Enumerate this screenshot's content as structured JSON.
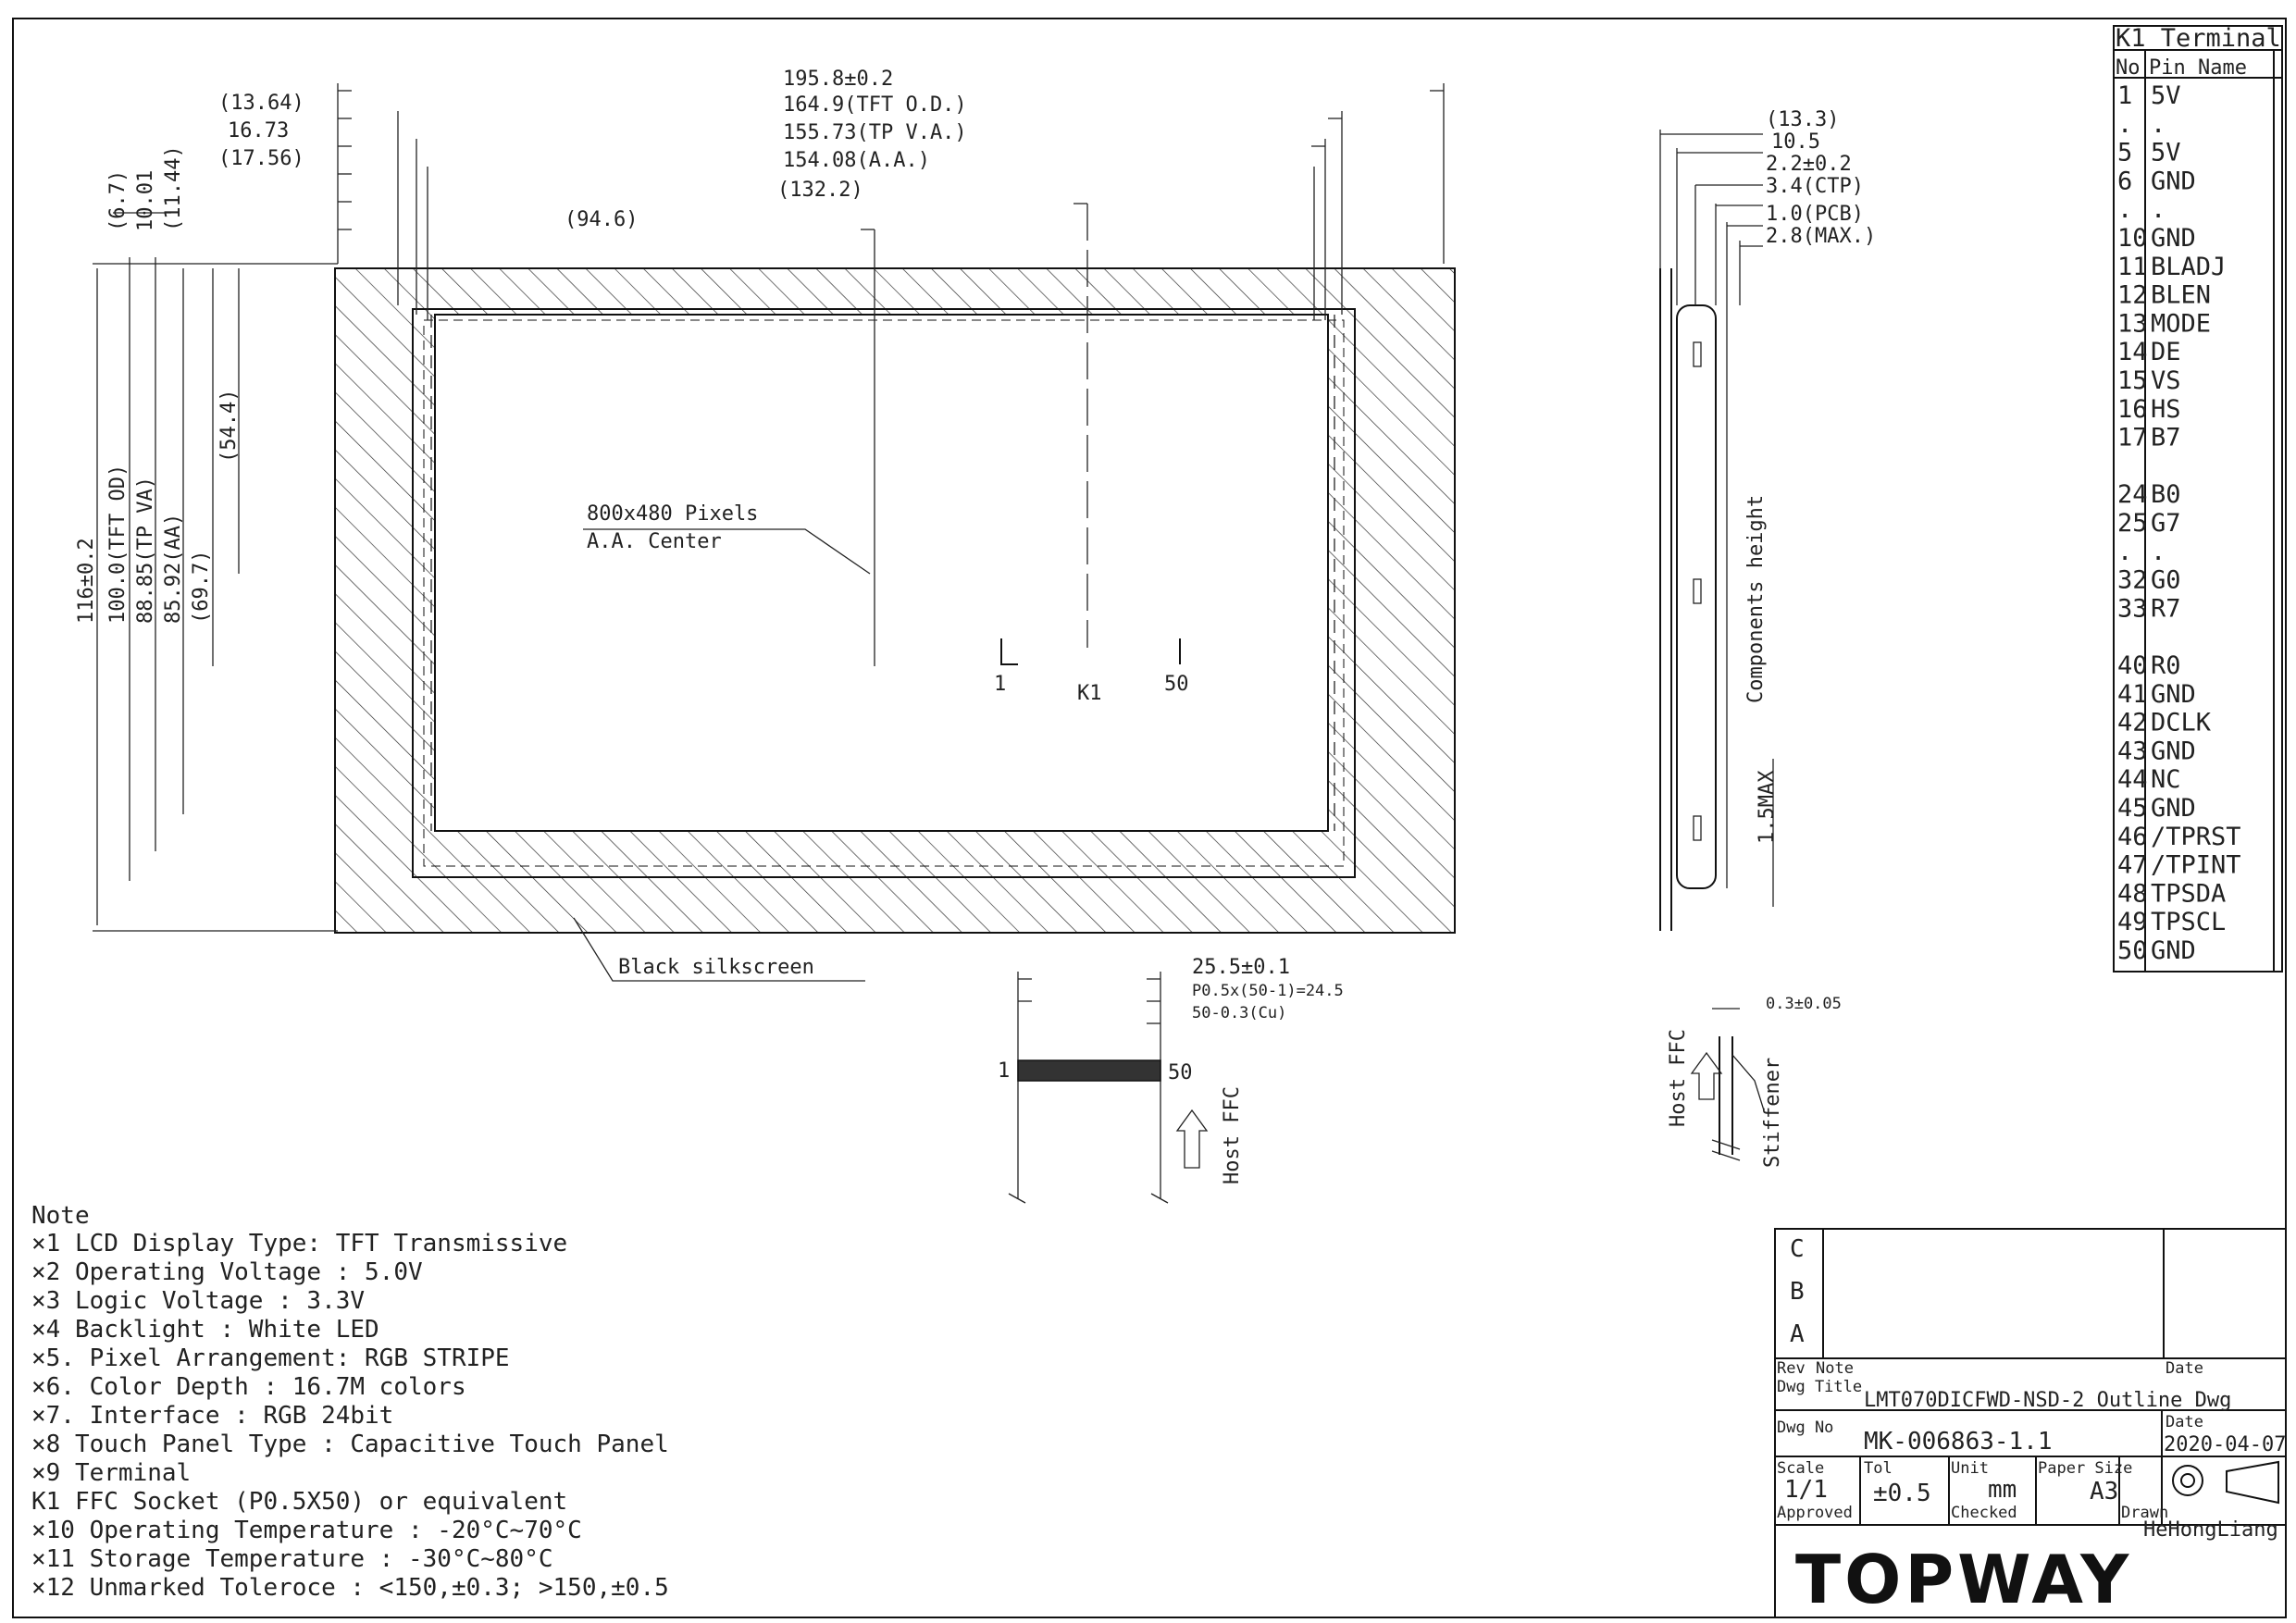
{
  "front": {
    "dims_top": [
      "195.8±0.2",
      "164.9(TFT O.D.)",
      "155.73(TP V.A.)",
      "154.08(A.A.)",
      "(132.2)"
    ],
    "dims_topleft": [
      "(13.64)",
      "16.73",
      "(17.56)"
    ],
    "dim_946": "(94.6)",
    "dims_left_small": [
      "(6.7)",
      "10.01",
      "(11.44)"
    ],
    "dims_left_long": [
      "116±0.2",
      "100.0(TFT OD)",
      "88.85(TP VA)",
      "85.92(AA)",
      "(69.7)"
    ],
    "dim_544": "(54.4)",
    "pixels_label": "800x480 Pixels",
    "aa_center_label": "A.A. Center",
    "pin_mark_1": "1",
    "pin_mark_k1": "K1",
    "pin_mark_50": "50",
    "black_silkscreen": "Black silkscreen"
  },
  "ffc": {
    "pitch_label": "25.5±0.1",
    "pitch_detail": "P0.5x(50-1)=24.5",
    "cu_label": "50-0.3(Cu)",
    "end_1": "1",
    "end_50": "50",
    "host_ffc": "Host FFC"
  },
  "side": {
    "dims": [
      "(13.3)",
      "10.5",
      "2.2±0.2",
      "3.4(CTP)",
      "1.0(PCB)",
      "2.8(MAX.)"
    ],
    "components_height": "Components height",
    "max_15": "1.5MAX",
    "thickness": "0.3±0.05",
    "host_ffc": "Host FFC",
    "stiffener": "Stiffener"
  },
  "pin_table": {
    "header1": "K1  Terminal",
    "col_no": "No",
    "col_name": "Pin Name",
    "rows": [
      {
        "no": "1",
        "name": "5V"
      },
      {
        "no": ".",
        "name": "."
      },
      {
        "no": "5",
        "name": "5V"
      },
      {
        "no": "6",
        "name": "GND"
      },
      {
        "no": ".",
        "name": "."
      },
      {
        "no": "10",
        "name": "GND"
      },
      {
        "no": "11",
        "name": "BLADJ"
      },
      {
        "no": "12",
        "name": "BLEN"
      },
      {
        "no": "13",
        "name": "MODE"
      },
      {
        "no": "14",
        "name": "DE"
      },
      {
        "no": "15",
        "name": "VS"
      },
      {
        "no": "16",
        "name": "HS"
      },
      {
        "no": "17",
        "name": "B7"
      },
      {
        "no": "",
        "name": ""
      },
      {
        "no": "24",
        "name": "B0"
      },
      {
        "no": "25",
        "name": "G7"
      },
      {
        "no": ".",
        "name": "."
      },
      {
        "no": "32",
        "name": "G0"
      },
      {
        "no": "33",
        "name": "R7"
      },
      {
        "no": "",
        "name": ""
      },
      {
        "no": "40",
        "name": "R0"
      },
      {
        "no": "41",
        "name": "GND"
      },
      {
        "no": "42",
        "name": "DCLK"
      },
      {
        "no": "43",
        "name": "GND"
      },
      {
        "no": "44",
        "name": "NC"
      },
      {
        "no": "45",
        "name": "GND"
      },
      {
        "no": "46",
        "name": "/TPRST"
      },
      {
        "no": "47",
        "name": "/TPINT"
      },
      {
        "no": "48",
        "name": "TPSDA"
      },
      {
        "no": "49",
        "name": "TPSCL"
      },
      {
        "no": "50",
        "name": "GND"
      }
    ]
  },
  "notes": {
    "title": "Note",
    "items": [
      "×1  LCD Display Type: TFT Transmissive",
      "×2  Operating Voltage : 5.0V",
      "×3  Logic Voltage : 3.3V",
      "×4  Backlight : White LED",
      "×5. Pixel Arrangement: RGB STRIPE",
      "×6. Color Depth : 16.7M colors",
      "×7. Interface : RGB 24bit",
      "×8  Touch Panel Type : Capacitive Touch Panel",
      "×9  Terminal",
      "      K1  FFC Socket (P0.5X50) or equivalent",
      "×10 Operating Temperature : -20°C~70°C",
      "×11 Storage Temperature : -30°C~80°C",
      "×12 Unmarked Toleroce : <150,±0.3; >150,±0.5"
    ]
  },
  "title_block": {
    "rev_c": "C",
    "rev_b": "B",
    "rev_a": "A",
    "rev_label": "Rev",
    "note_label": "Note",
    "date_label": "Date",
    "dwg_title_label": "Dwg Title",
    "dwg_title": "LMT070DICFWD-NSD-2 Outline Dwg",
    "dwg_no_label": "Dwg No",
    "dwg_no": "MK-006863-1.1",
    "date_label2": "Date",
    "date": "2020-04-07",
    "scale_label": "Scale",
    "scale": "1/1",
    "tol_label": "Tol",
    "tol": "±0.5",
    "unit_label": "Unit",
    "unit": "mm",
    "paper_label": "Paper Size",
    "paper": "A3",
    "approved_label": "Approved",
    "checked_label": "Checked",
    "drawn_label": "Drawn",
    "drawn": "HeHongLiang",
    "company": "TOPWAY"
  }
}
